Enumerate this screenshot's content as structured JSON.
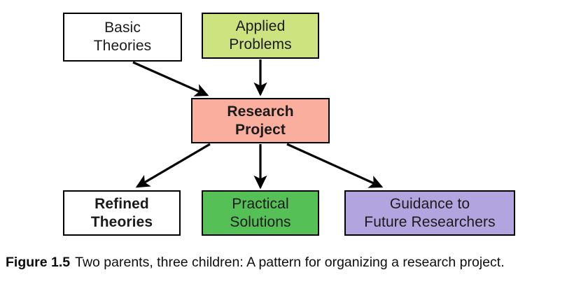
{
  "figure": {
    "caption_label": "Figure 1.5",
    "caption_text": "Two parents, three children: A pattern for organizing a research project.",
    "background_color": "#ffffff",
    "border_color": "#000000"
  },
  "diagram": {
    "type": "flowchart",
    "nodes": [
      {
        "id": "basic-theories",
        "line1": "Basic",
        "line2": "Theories",
        "fill": "#ffffff",
        "bold": false,
        "role": "parent"
      },
      {
        "id": "applied-problems",
        "line1": "Applied",
        "line2": "Problems",
        "fill": "#cde37f",
        "bold": false,
        "role": "parent"
      },
      {
        "id": "research-project",
        "line1": "Research",
        "line2": "Project",
        "fill": "#f9ae9e",
        "bold": true,
        "role": "center"
      },
      {
        "id": "refined-theories",
        "line1": "Refined",
        "line2": "Theories",
        "fill": "#ffffff",
        "bold": true,
        "role": "child"
      },
      {
        "id": "practical-solutions",
        "line1": "Practical",
        "line2": "Solutions",
        "fill": "#55c055",
        "bold": false,
        "role": "child"
      },
      {
        "id": "guidance-future-researchers",
        "line1": "Guidance to",
        "line2": "Future Researchers",
        "fill": "#b2a4de",
        "bold": false,
        "role": "child"
      }
    ],
    "edges": [
      {
        "id": "basic-theories-to-research-project",
        "from": "basic-theories",
        "to": "research-project",
        "style": "diagonal-down-right"
      },
      {
        "id": "applied-problems-to-research-project",
        "from": "applied-problems",
        "to": "research-project",
        "style": "vertical-down"
      },
      {
        "id": "research-project-to-refined-theories",
        "from": "research-project",
        "to": "refined-theories",
        "style": "diagonal-down-left"
      },
      {
        "id": "research-project-to-practical-solutions",
        "from": "research-project",
        "to": "practical-solutions",
        "style": "vertical-down"
      },
      {
        "id": "research-project-to-guidance",
        "from": "research-project",
        "to": "guidance-future-researchers",
        "style": "diagonal-down-right"
      }
    ]
  }
}
